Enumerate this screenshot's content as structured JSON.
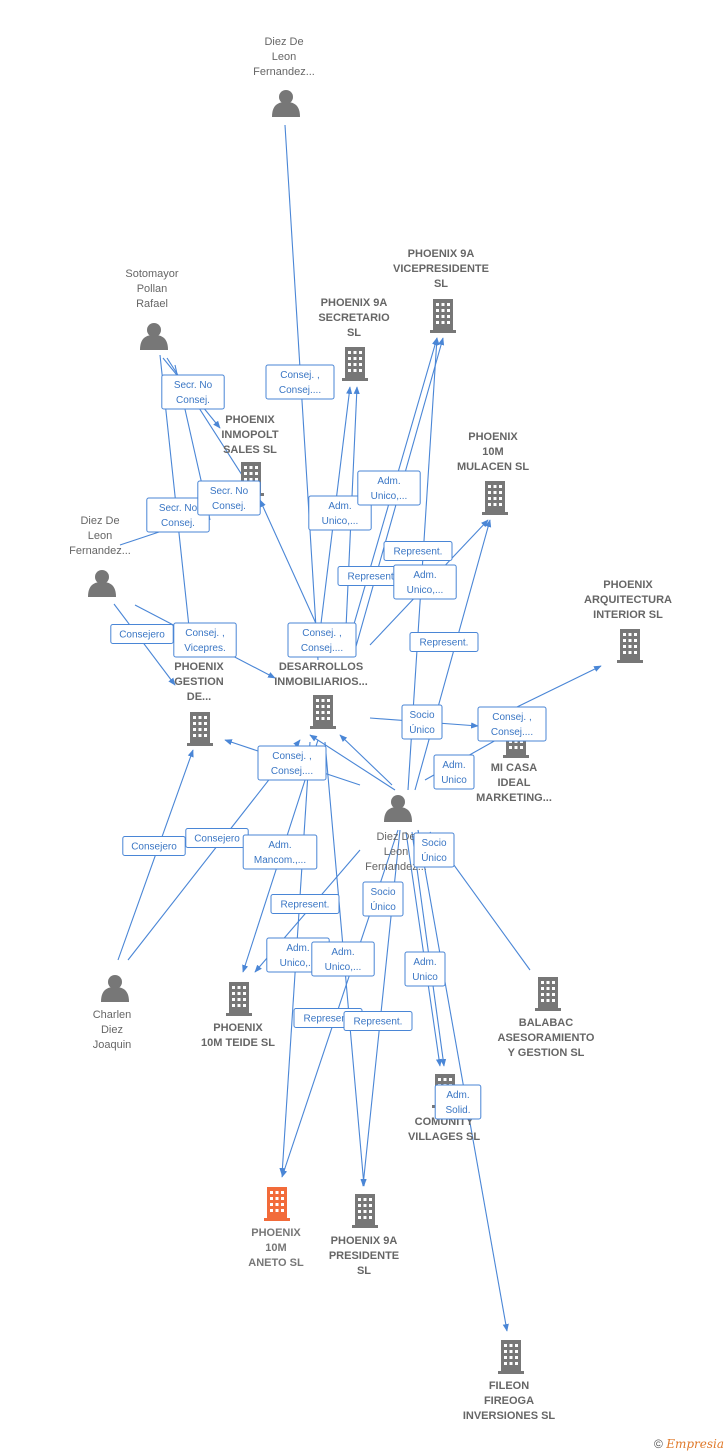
{
  "nodes": [
    {
      "id": "diez_top",
      "type": "person",
      "label": [
        "Diez De",
        "Leon",
        "Fernandez..."
      ]
    },
    {
      "id": "sotomayor",
      "type": "person",
      "label": [
        "Sotomayor",
        "Pollan",
        "Rafael"
      ]
    },
    {
      "id": "diez_left",
      "type": "person",
      "label": [
        "Diez De",
        "Leon",
        "Fernandez..."
      ]
    },
    {
      "id": "diez_center",
      "type": "person",
      "label": [
        "Diez De",
        "Leon",
        "Fernandez..."
      ]
    },
    {
      "id": "charlen",
      "type": "person",
      "label": [
        "Charlen",
        "Diez",
        "Joaquin"
      ]
    },
    {
      "id": "secretario",
      "type": "company",
      "label": [
        "PHOENIX 9A",
        "SECRETARIO",
        "SL"
      ]
    },
    {
      "id": "vicepresidente",
      "type": "company",
      "label": [
        "PHOENIX 9A",
        "VICEPRESIDENTE",
        "SL"
      ]
    },
    {
      "id": "inmopolt",
      "type": "company",
      "label": [
        "PHOENIX",
        "INMOPOLT",
        "SALES  SL"
      ]
    },
    {
      "id": "mulacen",
      "type": "company",
      "label": [
        "PHOENIX",
        "10M",
        "MULACEN  SL"
      ]
    },
    {
      "id": "arquitectura",
      "type": "company",
      "label": [
        "PHOENIX",
        "ARQUITECTURA",
        "INTERIOR  SL"
      ]
    },
    {
      "id": "gestion",
      "type": "company",
      "label": [
        "PHOENIX",
        "GESTION",
        "DE..."
      ]
    },
    {
      "id": "desarrollos",
      "type": "company",
      "label": [
        "DESARROLLOS",
        "INMOBILIARIOS..."
      ]
    },
    {
      "id": "micasa",
      "type": "company",
      "label": [
        "MI CASA",
        "IDEAL",
        "MARKETING..."
      ]
    },
    {
      "id": "teide",
      "type": "company",
      "label": [
        "PHOENIX",
        "10M TEIDE  SL"
      ]
    },
    {
      "id": "balabac",
      "type": "company",
      "label": [
        "BALABAC",
        "ASESORAMIENTO",
        "Y GESTION SL"
      ]
    },
    {
      "id": "comunity",
      "type": "company",
      "label": [
        "COMUNITY",
        "VILLAGES  SL"
      ]
    },
    {
      "id": "aneto",
      "type": "company",
      "highlight": true,
      "label": [
        "PHOENIX",
        "10M",
        "ANETO  SL"
      ]
    },
    {
      "id": "presidente",
      "type": "company",
      "label": [
        "PHOENIX 9A",
        "PRESIDENTE",
        "SL"
      ]
    },
    {
      "id": "fileon",
      "type": "company",
      "label": [
        "FILEON",
        "FIREOGA",
        "INVERSIONES SL"
      ]
    }
  ],
  "relations": [
    {
      "id": "r1",
      "label": [
        "Consej. ,",
        "Consej...."
      ]
    },
    {
      "id": "r2",
      "label": [
        "Secr.  No",
        "Consej."
      ]
    },
    {
      "id": "r3",
      "label": [
        "Secr.  No",
        "Consej."
      ]
    },
    {
      "id": "r4",
      "label": [
        "Secr.  No",
        "Consej."
      ]
    },
    {
      "id": "r5",
      "label": [
        "Adm.",
        "Unico,..."
      ]
    },
    {
      "id": "r6",
      "label": [
        "Adm.",
        "Unico,..."
      ]
    },
    {
      "id": "r7",
      "label": [
        "Represent."
      ]
    },
    {
      "id": "r8",
      "label": [
        "Represent."
      ]
    },
    {
      "id": "r9",
      "label": [
        "Adm.",
        "Unico,..."
      ]
    },
    {
      "id": "r10",
      "label": [
        "Consejero"
      ]
    },
    {
      "id": "r11",
      "label": [
        "Consej. ,",
        "Vicepres."
      ]
    },
    {
      "id": "r12",
      "label": [
        "Consej. ,",
        "Consej...."
      ]
    },
    {
      "id": "r13",
      "label": [
        "Represent."
      ]
    },
    {
      "id": "r14",
      "label": [
        "Socio",
        "Único"
      ]
    },
    {
      "id": "r15",
      "label": [
        "Consej. ,",
        "Consej...."
      ]
    },
    {
      "id": "r16",
      "label": [
        "Adm.",
        "Unico"
      ]
    },
    {
      "id": "r17",
      "label": [
        "Consej. ,",
        "Consej...."
      ]
    },
    {
      "id": "r18",
      "label": [
        "Consejero"
      ]
    },
    {
      "id": "r19",
      "label": [
        "Consejero"
      ]
    },
    {
      "id": "r20",
      "label": [
        "Adm.",
        "Mancom.,..."
      ]
    },
    {
      "id": "r21",
      "label": [
        "Socio",
        "Único"
      ]
    },
    {
      "id": "r22",
      "label": [
        "Represent."
      ]
    },
    {
      "id": "r23",
      "label": [
        "Socio",
        "Único"
      ]
    },
    {
      "id": "r24",
      "label": [
        "Adm.",
        "Unico,..."
      ]
    },
    {
      "id": "r25",
      "label": [
        "Adm.",
        "Unico,..."
      ]
    },
    {
      "id": "r26",
      "label": [
        "Adm.",
        "Unico"
      ]
    },
    {
      "id": "r27",
      "label": [
        "Represent."
      ]
    },
    {
      "id": "r28",
      "label": [
        "Represent."
      ]
    },
    {
      "id": "r29",
      "label": [
        "Adm.",
        "Solid."
      ]
    }
  ],
  "footer": {
    "copyright": "©",
    "brand": "Empresia"
  },
  "colors": {
    "edge": "#4a86d6",
    "node": "#777777",
    "highlight": "#f26b3a"
  }
}
